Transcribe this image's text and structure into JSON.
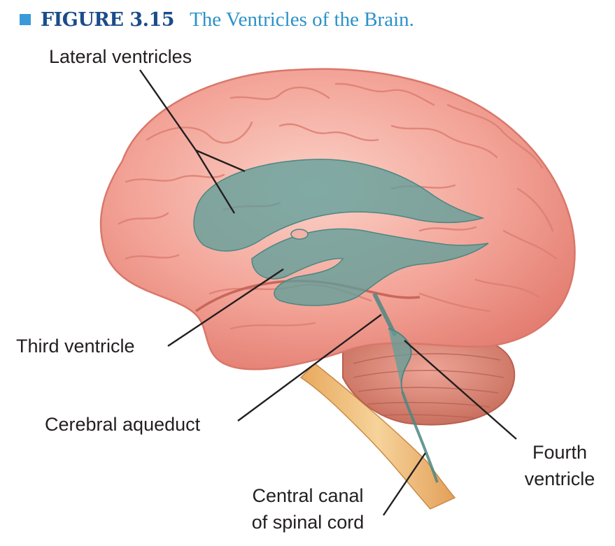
{
  "figure": {
    "number": "FIGURE 3.15",
    "title": "The Ventricles of the Brain."
  },
  "labels": {
    "lateral_ventricles": "Lateral ventricles",
    "third_ventricle": "Third ventricle",
    "cerebral_aqueduct": "Cerebral aqueduct",
    "fourth_ventricle_line1": "Fourth",
    "fourth_ventricle_line2": "ventricle",
    "central_canal_line1": "Central canal",
    "central_canal_line2": "of spinal cord"
  },
  "colors": {
    "accent": "#3a9ad9",
    "title_blue": "#2b92c9",
    "number_blue": "#1a4c8b",
    "brain_pink": "#f3a397",
    "brain_fold": "#e07d70",
    "ventricle_teal": "#5f9f9a",
    "cerebellum": "#dd8a7c",
    "spinal_cord": "#f0c07a",
    "leader_line": "#231f20"
  }
}
